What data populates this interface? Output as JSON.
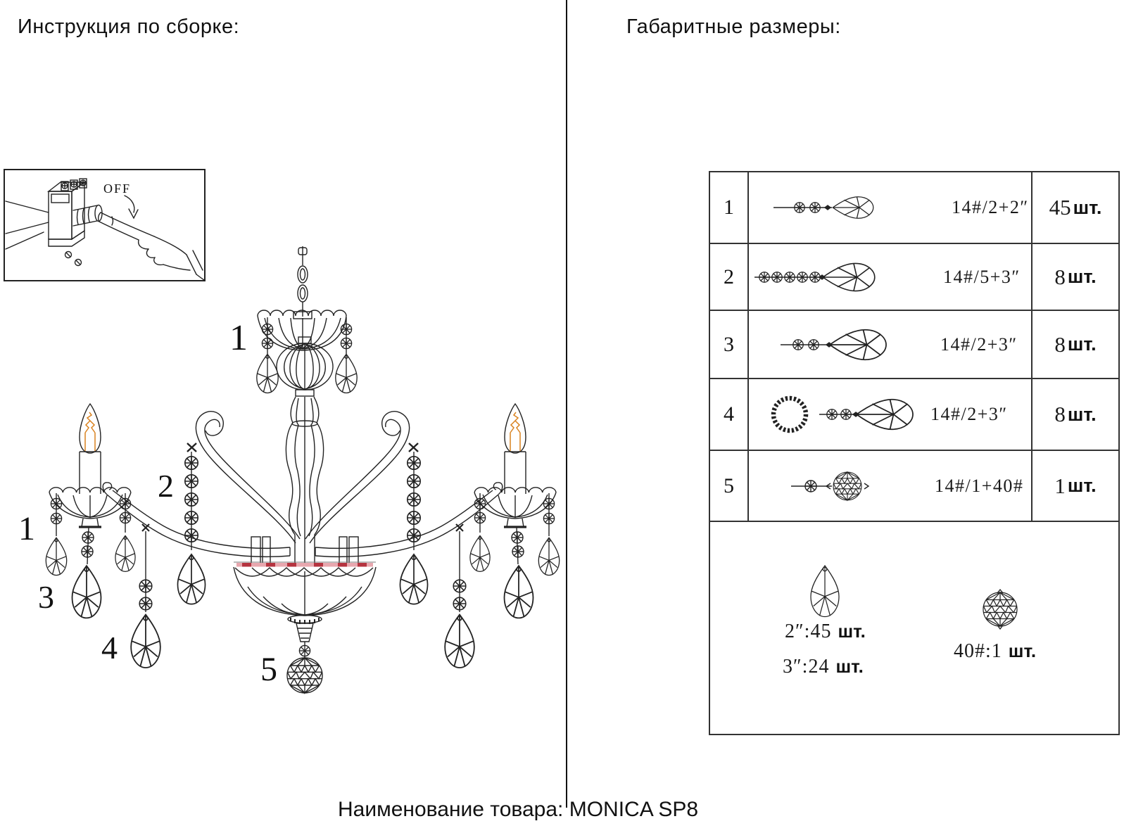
{
  "left_panel": {
    "title": "Инструкция по сборке:",
    "breaker": {
      "off_label": "OFF"
    },
    "callouts": {
      "c1_top": "1",
      "c1_left": "1",
      "c2": "2",
      "c3": "3",
      "c4": "4",
      "c5": "5"
    }
  },
  "right_panel": {
    "title": "Габаритные размеры:",
    "parts_table": {
      "rows": [
        {
          "num": "1",
          "spec": "14#/2+2″",
          "qty": "45",
          "unit": "шт."
        },
        {
          "num": "2",
          "spec": "14#/5+3″",
          "qty": "8",
          "unit": "шт."
        },
        {
          "num": "3",
          "spec": "14#/2+3″",
          "qty": "8",
          "unit": "шт."
        },
        {
          "num": "4",
          "spec": "14#/2+3″",
          "qty": "8",
          "unit": "шт."
        },
        {
          "num": "5",
          "spec": "14#/1+40#",
          "qty": "1",
          "unit": "шт."
        }
      ],
      "summary": {
        "teardrop_2in": {
          "value": "2″:45",
          "unit": "шт."
        },
        "teardrop_3in": {
          "value": "3″:24",
          "unit": "шт."
        },
        "ball_40": {
          "value": "40#:1",
          "unit": "шт."
        }
      }
    }
  },
  "footer": {
    "text": "Наименование товара: MONICA SP8"
  },
  "colors": {
    "line": "#222222",
    "rim_band": "#e8a7ae",
    "rim_dash": "#b5333f",
    "filament": "#d9821f"
  }
}
